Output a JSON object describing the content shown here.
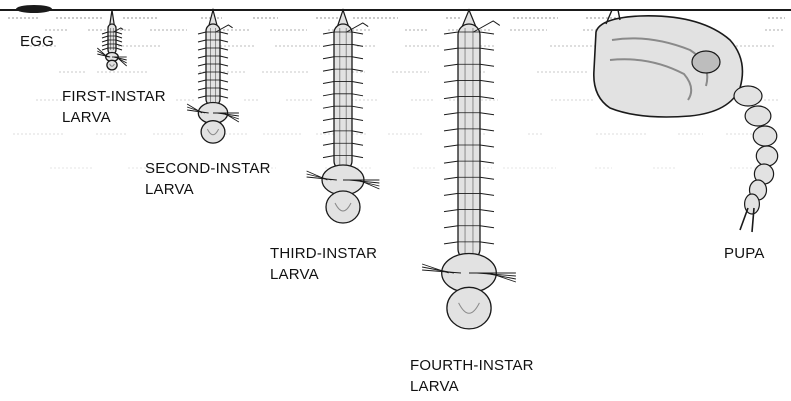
{
  "stages": {
    "egg": {
      "line1": "EGG"
    },
    "first": {
      "line1": "FIRST-INSTAR",
      "line2": "LARVA"
    },
    "second": {
      "line1": "SECOND-INSTAR",
      "line2": "LARVA"
    },
    "third": {
      "line1": "THIRD-INSTAR",
      "line2": "LARVA"
    },
    "fourth": {
      "line1": "FOURTH-INSTAR",
      "line2": "LARVA"
    },
    "pupa": {
      "line1": "PUPA"
    }
  },
  "colors": {
    "ink": "#1a1a1a",
    "body_fill": "#e2e2e2",
    "shade": "#8a8a8a",
    "background": "#ffffff"
  }
}
